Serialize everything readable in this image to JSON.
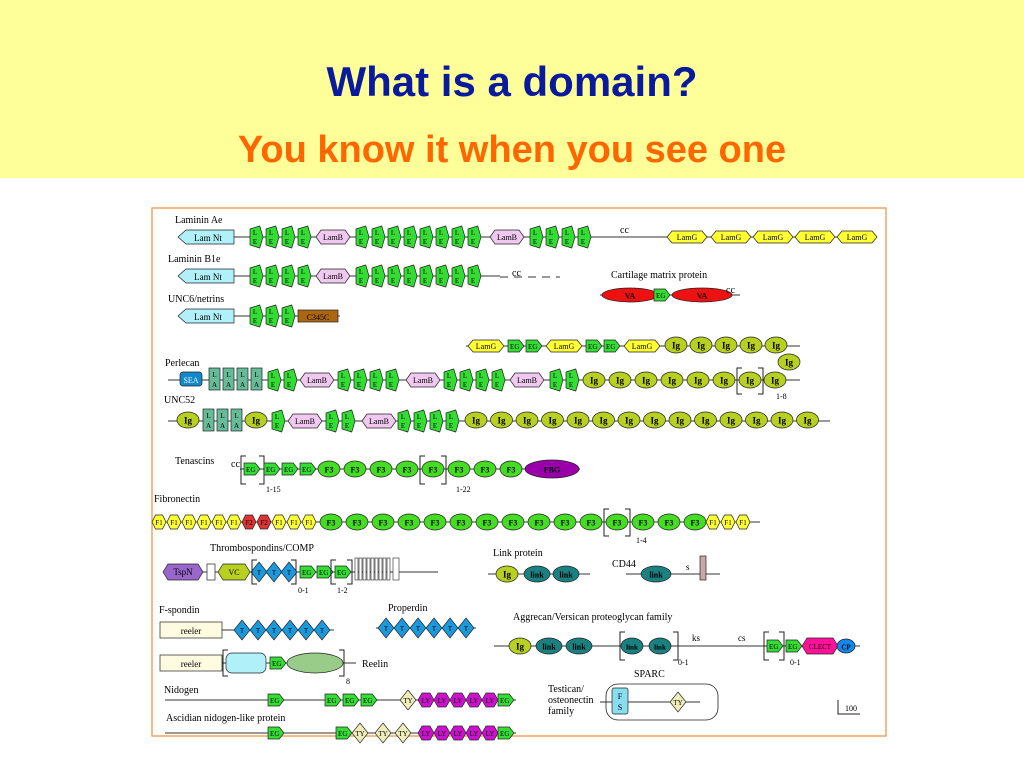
{
  "slide": {
    "title": "What is a domain?",
    "subtitle": "You know it when you see one"
  },
  "colors": {
    "header_bg": "#ffff99",
    "title": "#0a1a9c",
    "subtitle": "#ff6600",
    "frame": "#f4a460",
    "laminin_egf": "#33dd33",
    "lamb": "#f0c8f0",
    "lamnt": "#b0f0f8",
    "lamg": "#ffff33",
    "ig": "#b8d020",
    "link": "#1a8080",
    "va": "#ee1111",
    "fbg": "#9900aa",
    "tsp": "#1a99dd",
    "tspn": "#9966cc",
    "tenascin_f3": "#44dd22",
    "lva": "#cc11cc",
    "ty": "#eeeebb",
    "clect": "#ff1199",
    "cp": "#1188ee",
    "c345c": "#aa6611",
    "laa": "#66bb99",
    "sea": "#1188cc",
    "f2": "#dd3333"
  },
  "legend": {
    "laminin_ae": "Laminin Ae",
    "laminin_b1e": "Laminin B1e",
    "unc6": "UNC6/netrins",
    "perlecan": "Perlecan",
    "unc52": "UNC52",
    "tenascins": "Tenascins",
    "fibronectin": "Fibronectin",
    "thrombospondins": "Thrombospondins/COMP",
    "link_protein": "Link protein",
    "cd44": "CD44",
    "fspondin": "F-spondin",
    "properdin": "Properdin",
    "aggrecan": "Aggrecan/Versican  proteoglycan family",
    "reelin": "Reelin",
    "nidogen": "Nidogen",
    "ascidian": "Ascidian nidogen-like protein",
    "sparc": "SPARC",
    "testican": "Testican/",
    "testican2": "osteonectin",
    "testican3": "family",
    "cartilage": "Cartilage matrix protein"
  },
  "labels": {
    "lam_nt": "Lam Nt",
    "lamb": "LamB",
    "lamg": "LamG",
    "le_l": "L",
    "le_e": "E",
    "cc": "cc",
    "va": "VA",
    "eg": "EG",
    "c345c": "C345C",
    "sea": "SEA",
    "laa_l": "L",
    "laa_a": "A",
    "ig": "Ig",
    "f3": "F3",
    "f1": "F1",
    "f2": "F2",
    "fbg": "FBG",
    "tspn": "TspN",
    "vc": "VC",
    "t": "T",
    "link": "link",
    "s": "s",
    "reeler": "reeler",
    "ks": "ks",
    "cs": "cs",
    "clect": "CLECT",
    "cp": "CP",
    "ty": "TY",
    "lv": "LY",
    "fs": "FS",
    "scale": "100"
  },
  "repeat_counts": {
    "perlecan_ig": "1-8",
    "tenascin_eg": "1-15",
    "tenascin_f3": "1-22",
    "fibronectin_f3": "1-4",
    "tsp_eg": "1-2",
    "tsp_t": "0-1",
    "reelin": "8",
    "aggrecan_link": "0-1",
    "aggrecan_eg": "0-1"
  }
}
